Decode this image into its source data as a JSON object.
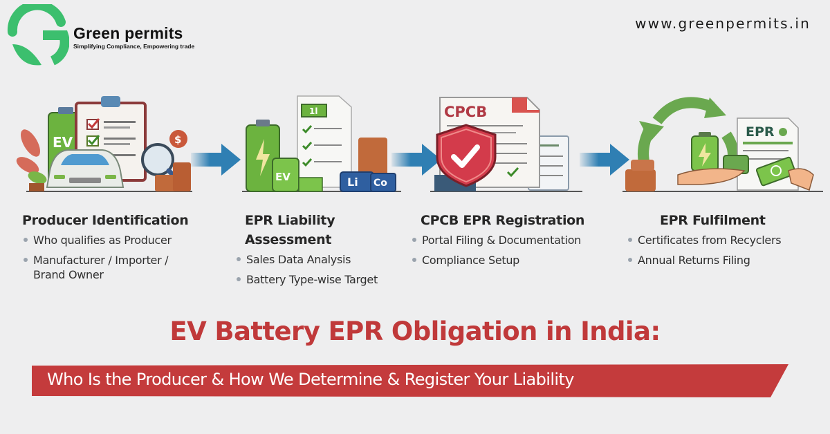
{
  "brand": {
    "name": "Green permits",
    "tagline": "Simplifying Compliance, Empowering trade",
    "logo_icon": "g-leaf-logo-icon",
    "color": "#3cbf6e"
  },
  "header": {
    "website": "www.greenpermits.in"
  },
  "steps": [
    {
      "title": "Producer Identification",
      "illustration": "clipboard-ev-battery-car-magnifier-icon",
      "bullets": [
        "Who qualifies as Producer",
        "Manufacturer / Importer /",
        "Brand Owner"
      ]
    },
    {
      "title_line1": "EPR Liability",
      "title_line2": "Assessment",
      "illustration": "batteries-document-coins-li-co-icon",
      "bullets": [
        "Sales Data Analysis",
        "Battery Type-wise Target"
      ]
    },
    {
      "title": "CPCB EPR Registration",
      "illustration": "cpcb-document-shield-check-icon",
      "doc_label": "CPCB",
      "bullets": [
        "Portal Filing & Documentation",
        "Compliance Setup"
      ]
    },
    {
      "title": "EPR Fulfilment",
      "illustration": "recycle-hands-epr-certificate-money-icon",
      "doc_label": "EPR",
      "bullets": [
        "Certificates from Recyclers",
        "Annual Returns Filing"
      ]
    }
  ],
  "illustration_labels": {
    "ev": "EV",
    "li": "Li",
    "co": "Co",
    "dollar": "$",
    "battery_doc": "1l"
  },
  "headline": "EV Battery EPR Obligation in India:",
  "banner": "Who Is the Producer & How We Determine & Register Your Liability",
  "colors": {
    "headline": "#c0393a",
    "banner": "#c43b3c",
    "arrow": "#2f7fb3",
    "background": "#eeeeef"
  }
}
